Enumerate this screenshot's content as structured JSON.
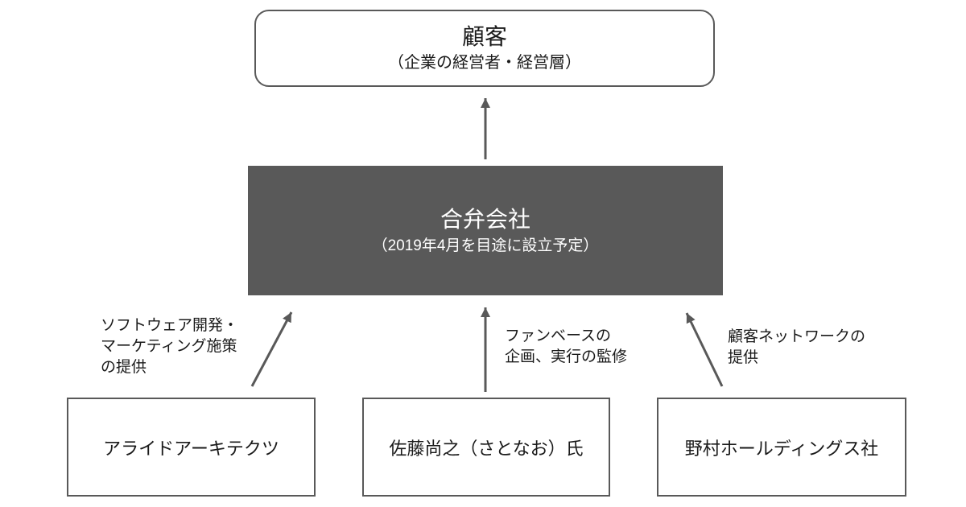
{
  "diagram": {
    "customer_box": {
      "title": "顧客",
      "subtitle": "（企業の経営者・経営層）"
    },
    "jv_box": {
      "title": "合弁会社",
      "subtitle": "（2019年4月を目途に設立予定）"
    },
    "partners": [
      {
        "name": "アライドアーキテクツ",
        "contribution": "ソフトウェア開発・\nマーケティング施策\nの提供"
      },
      {
        "name": "佐藤尚之（さとなお）氏",
        "contribution": "ファンベースの\n企画、実行の監修"
      },
      {
        "name": "野村ホールディングス社",
        "contribution": "顧客ネットワークの\n提供"
      }
    ],
    "colors": {
      "dark_box": "#595959",
      "arrow": "#595959",
      "border": "#595959",
      "background": "#ffffff"
    }
  }
}
